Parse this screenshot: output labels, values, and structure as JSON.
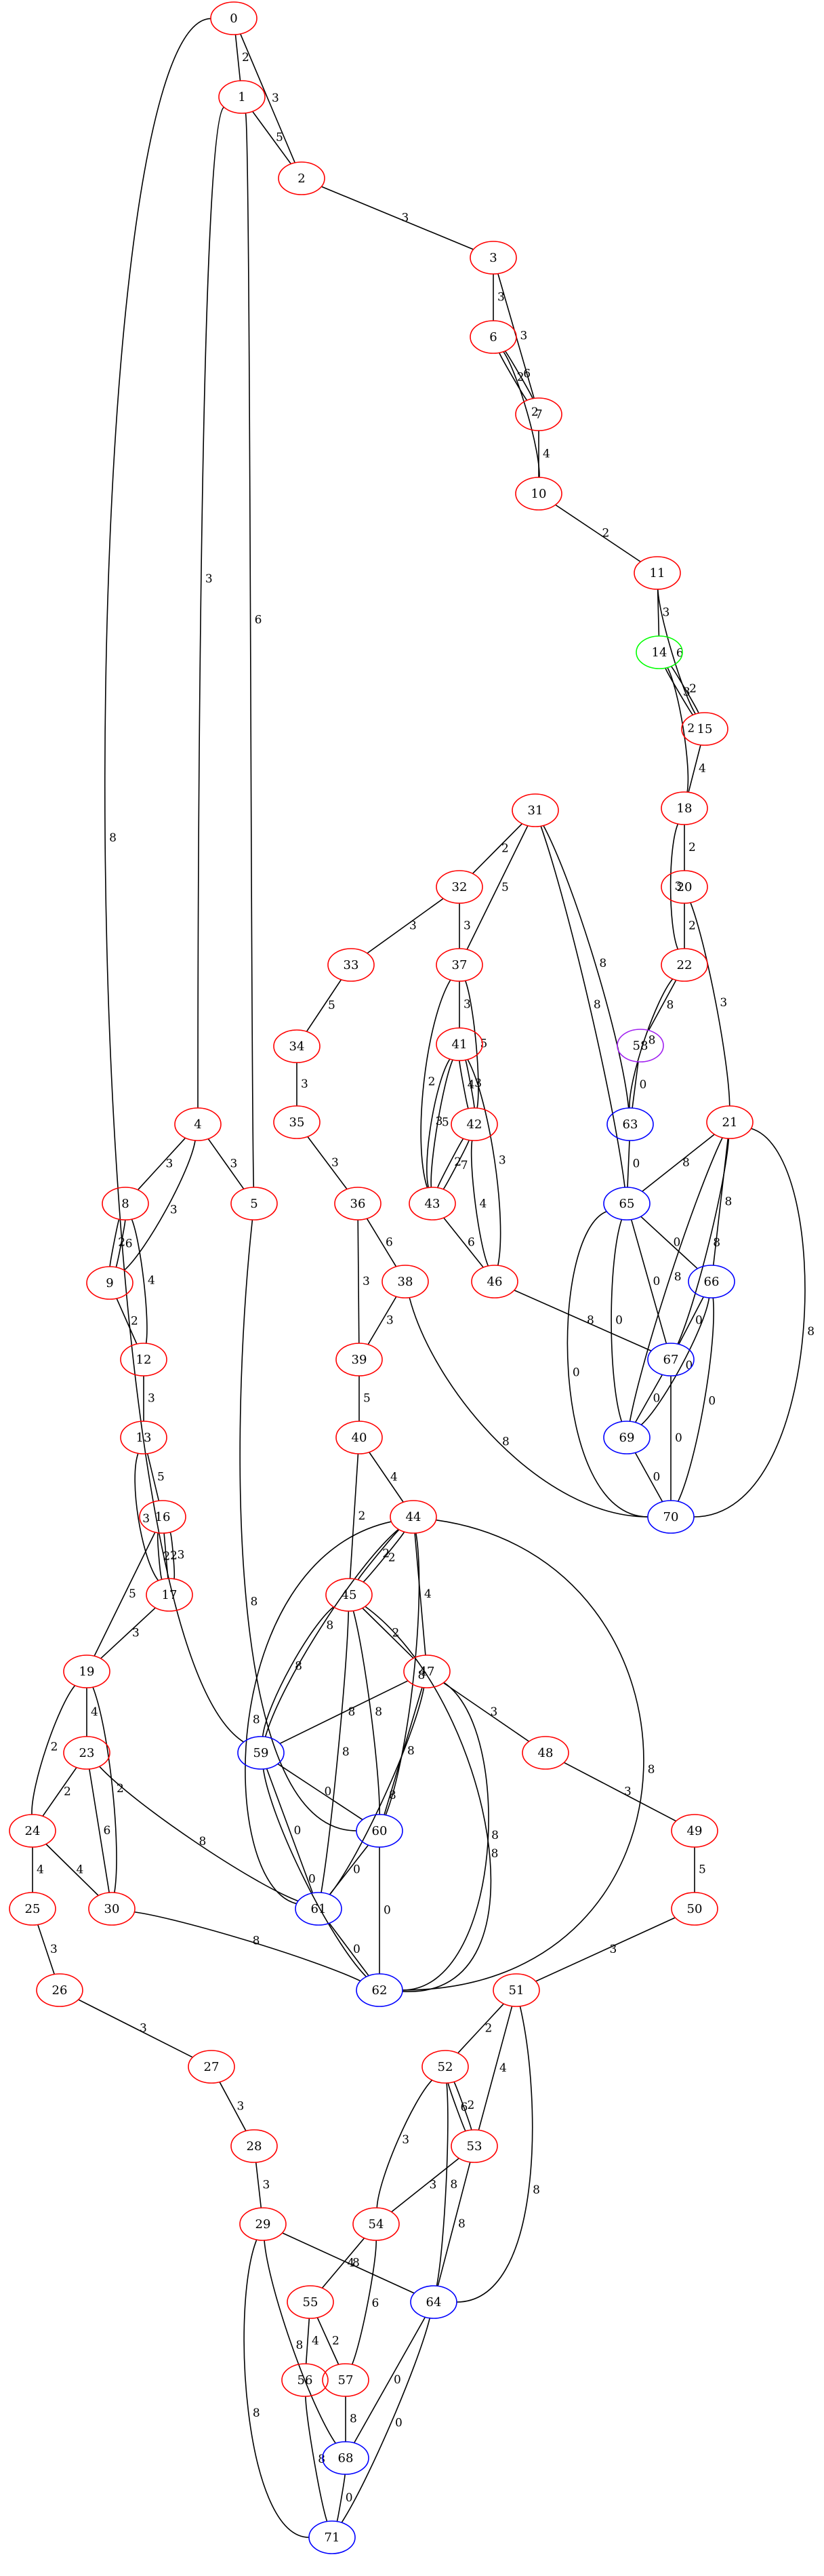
{
  "graph": {
    "colors": {
      "red": "#ff0000",
      "blue": "#0000ff",
      "green": "#00ff00",
      "purple": "#a020f0",
      "edge": "#000000"
    },
    "nodes": [
      {
        "id": "0",
        "color": "red"
      },
      {
        "id": "1",
        "color": "red"
      },
      {
        "id": "2",
        "color": "red"
      },
      {
        "id": "3",
        "color": "red"
      },
      {
        "id": "4",
        "color": "red"
      },
      {
        "id": "5",
        "color": "red"
      },
      {
        "id": "6",
        "color": "red"
      },
      {
        "id": "7",
        "color": "red"
      },
      {
        "id": "8",
        "color": "red"
      },
      {
        "id": "9",
        "color": "red"
      },
      {
        "id": "10",
        "color": "red"
      },
      {
        "id": "11",
        "color": "red"
      },
      {
        "id": "12",
        "color": "red"
      },
      {
        "id": "13",
        "color": "red"
      },
      {
        "id": "14",
        "color": "green"
      },
      {
        "id": "15",
        "color": "red"
      },
      {
        "id": "16",
        "color": "red"
      },
      {
        "id": "17",
        "color": "red"
      },
      {
        "id": "18",
        "color": "red"
      },
      {
        "id": "19",
        "color": "red"
      },
      {
        "id": "20",
        "color": "red"
      },
      {
        "id": "21",
        "color": "red"
      },
      {
        "id": "22",
        "color": "red"
      },
      {
        "id": "23",
        "color": "red"
      },
      {
        "id": "24",
        "color": "red"
      },
      {
        "id": "25",
        "color": "red"
      },
      {
        "id": "26",
        "color": "red"
      },
      {
        "id": "27",
        "color": "red"
      },
      {
        "id": "28",
        "color": "red"
      },
      {
        "id": "29",
        "color": "red"
      },
      {
        "id": "30",
        "color": "red"
      },
      {
        "id": "31",
        "color": "red"
      },
      {
        "id": "32",
        "color": "red"
      },
      {
        "id": "33",
        "color": "red"
      },
      {
        "id": "34",
        "color": "red"
      },
      {
        "id": "35",
        "color": "red"
      },
      {
        "id": "36",
        "color": "red"
      },
      {
        "id": "37",
        "color": "red"
      },
      {
        "id": "38",
        "color": "red"
      },
      {
        "id": "39",
        "color": "red"
      },
      {
        "id": "40",
        "color": "red"
      },
      {
        "id": "41",
        "color": "red"
      },
      {
        "id": "42",
        "color": "red"
      },
      {
        "id": "43",
        "color": "red"
      },
      {
        "id": "44",
        "color": "red"
      },
      {
        "id": "45",
        "color": "red"
      },
      {
        "id": "46",
        "color": "red"
      },
      {
        "id": "47",
        "color": "red"
      },
      {
        "id": "48",
        "color": "red"
      },
      {
        "id": "49",
        "color": "red"
      },
      {
        "id": "50",
        "color": "red"
      },
      {
        "id": "51",
        "color": "red"
      },
      {
        "id": "52",
        "color": "red"
      },
      {
        "id": "53",
        "color": "red"
      },
      {
        "id": "54",
        "color": "red"
      },
      {
        "id": "55",
        "color": "red"
      },
      {
        "id": "56",
        "color": "red"
      },
      {
        "id": "57",
        "color": "red"
      },
      {
        "id": "58",
        "color": "purple"
      },
      {
        "id": "59",
        "color": "blue"
      },
      {
        "id": "60",
        "color": "blue"
      },
      {
        "id": "61",
        "color": "blue"
      },
      {
        "id": "62",
        "color": "blue"
      },
      {
        "id": "63",
        "color": "blue"
      },
      {
        "id": "64",
        "color": "blue"
      },
      {
        "id": "65",
        "color": "blue"
      },
      {
        "id": "66",
        "color": "blue"
      },
      {
        "id": "67",
        "color": "blue"
      },
      {
        "id": "68",
        "color": "blue"
      },
      {
        "id": "69",
        "color": "blue"
      },
      {
        "id": "70",
        "color": "blue"
      },
      {
        "id": "71",
        "color": "blue"
      }
    ],
    "edges": [
      {
        "source": "0",
        "target": "1",
        "label": "2"
      },
      {
        "source": "0",
        "target": "2",
        "label": "3"
      },
      {
        "source": "0",
        "target": "59",
        "label": "8"
      },
      {
        "source": "1",
        "target": "2",
        "label": "5"
      },
      {
        "source": "1",
        "target": "4",
        "label": "3"
      },
      {
        "source": "1",
        "target": "5",
        "label": "6"
      },
      {
        "source": "2",
        "target": "3",
        "label": "3"
      },
      {
        "source": "3",
        "target": "6",
        "label": "3"
      },
      {
        "source": "3",
        "target": "7",
        "label": "3"
      },
      {
        "source": "6",
        "target": "7",
        "label": "6"
      },
      {
        "source": "6",
        "target": "7",
        "label": "2"
      },
      {
        "source": "6",
        "target": "10",
        "label": "2"
      },
      {
        "source": "7",
        "target": "10",
        "label": "4"
      },
      {
        "source": "10",
        "target": "11",
        "label": "2"
      },
      {
        "source": "11",
        "target": "14",
        "label": "3"
      },
      {
        "source": "11",
        "target": "15",
        "label": "6"
      },
      {
        "source": "14",
        "target": "15",
        "label": "2"
      },
      {
        "source": "14",
        "target": "15",
        "label": "3"
      },
      {
        "source": "14",
        "target": "18",
        "label": "2"
      },
      {
        "source": "15",
        "target": "18",
        "label": "4"
      },
      {
        "source": "18",
        "target": "20",
        "label": "2"
      },
      {
        "source": "18",
        "target": "22",
        "label": "3"
      },
      {
        "source": "20",
        "target": "22",
        "label": "2"
      },
      {
        "source": "20",
        "target": "21",
        "label": "3"
      },
      {
        "source": "22",
        "target": "58",
        "label": "8"
      },
      {
        "source": "22",
        "target": "63",
        "label": "8"
      },
      {
        "source": "58",
        "target": "63",
        "label": "0"
      },
      {
        "source": "63",
        "target": "65",
        "label": "0"
      },
      {
        "source": "21",
        "target": "65",
        "label": "8"
      },
      {
        "source": "21",
        "target": "66",
        "label": "8"
      },
      {
        "source": "21",
        "target": "67",
        "label": "8"
      },
      {
        "source": "21",
        "target": "69",
        "label": "8"
      },
      {
        "source": "21",
        "target": "70",
        "label": "8"
      },
      {
        "source": "65",
        "target": "66",
        "label": "0"
      },
      {
        "source": "65",
        "target": "67",
        "label": "0"
      },
      {
        "source": "65",
        "target": "69",
        "label": "0"
      },
      {
        "source": "65",
        "target": "70",
        "label": "0"
      },
      {
        "source": "66",
        "target": "67",
        "label": "0"
      },
      {
        "source": "66",
        "target": "69",
        "label": "0"
      },
      {
        "source": "66",
        "target": "70",
        "label": "0"
      },
      {
        "source": "67",
        "target": "69",
        "label": "0"
      },
      {
        "source": "67",
        "target": "70",
        "label": "0"
      },
      {
        "source": "69",
        "target": "70",
        "label": "0"
      },
      {
        "source": "31",
        "target": "32",
        "label": "2"
      },
      {
        "source": "31",
        "target": "37",
        "label": "5"
      },
      {
        "source": "31",
        "target": "63",
        "label": "8"
      },
      {
        "source": "31",
        "target": "65",
        "label": "8"
      },
      {
        "source": "32",
        "target": "33",
        "label": "3"
      },
      {
        "source": "32",
        "target": "37",
        "label": "3"
      },
      {
        "source": "33",
        "target": "34",
        "label": "5"
      },
      {
        "source": "34",
        "target": "35",
        "label": "3"
      },
      {
        "source": "35",
        "target": "36",
        "label": "3"
      },
      {
        "source": "36",
        "target": "38",
        "label": "6"
      },
      {
        "source": "36",
        "target": "39",
        "label": "3"
      },
      {
        "source": "38",
        "target": "39",
        "label": "3"
      },
      {
        "source": "38",
        "target": "70",
        "label": "8"
      },
      {
        "source": "39",
        "target": "40",
        "label": "5"
      },
      {
        "source": "40",
        "target": "44",
        "label": "4"
      },
      {
        "source": "40",
        "target": "45",
        "label": "2"
      },
      {
        "source": "37",
        "target": "41",
        "label": "3"
      },
      {
        "source": "37",
        "target": "42",
        "label": "5"
      },
      {
        "source": "37",
        "target": "43",
        "label": "2"
      },
      {
        "source": "41",
        "target": "42",
        "label": "3"
      },
      {
        "source": "41",
        "target": "42",
        "label": "4"
      },
      {
        "source": "41",
        "target": "43",
        "label": "5"
      },
      {
        "source": "41",
        "target": "43",
        "label": "3"
      },
      {
        "source": "41",
        "target": "46",
        "label": "3"
      },
      {
        "source": "42",
        "target": "43",
        "label": "7"
      },
      {
        "source": "42",
        "target": "43",
        "label": "2"
      },
      {
        "source": "42",
        "target": "46",
        "label": "4"
      },
      {
        "source": "43",
        "target": "46",
        "label": "6"
      },
      {
        "source": "46",
        "target": "67",
        "label": "8"
      },
      {
        "source": "44",
        "target": "45",
        "label": "2"
      },
      {
        "source": "44",
        "target": "45",
        "label": "2"
      },
      {
        "source": "44",
        "target": "47",
        "label": "4"
      },
      {
        "source": "44",
        "target": "59",
        "label": "8"
      },
      {
        "source": "44",
        "target": "60",
        "label": "8"
      },
      {
        "source": "44",
        "target": "61",
        "label": "8"
      },
      {
        "source": "44",
        "target": "62",
        "label": "8"
      },
      {
        "source": "45",
        "target": "47",
        "label": "2"
      },
      {
        "source": "45",
        "target": "59",
        "label": "8"
      },
      {
        "source": "45",
        "target": "60",
        "label": "8"
      },
      {
        "source": "45",
        "target": "61",
        "label": "8"
      },
      {
        "source": "45",
        "target": "62",
        "label": "8"
      },
      {
        "source": "47",
        "target": "48",
        "label": "3"
      },
      {
        "source": "47",
        "target": "59",
        "label": "8"
      },
      {
        "source": "47",
        "target": "60",
        "label": "8"
      },
      {
        "source": "47",
        "target": "61",
        "label": "8"
      },
      {
        "source": "47",
        "target": "62",
        "label": "8"
      },
      {
        "source": "48",
        "target": "49",
        "label": "3"
      },
      {
        "source": "49",
        "target": "50",
        "label": "5"
      },
      {
        "source": "50",
        "target": "51",
        "label": "3"
      },
      {
        "source": "59",
        "target": "60",
        "label": "0"
      },
      {
        "source": "59",
        "target": "61",
        "label": "0"
      },
      {
        "source": "59",
        "target": "62",
        "label": "0"
      },
      {
        "source": "60",
        "target": "61",
        "label": "0"
      },
      {
        "source": "60",
        "target": "62",
        "label": "0"
      },
      {
        "source": "61",
        "target": "62",
        "label": "0"
      },
      {
        "source": "4",
        "target": "5",
        "label": "3"
      },
      {
        "source": "4",
        "target": "8",
        "label": "3"
      },
      {
        "source": "4",
        "target": "9",
        "label": "3"
      },
      {
        "source": "5",
        "target": "60",
        "label": "8"
      },
      {
        "source": "8",
        "target": "9",
        "label": "6"
      },
      {
        "source": "8",
        "target": "9",
        "label": "2"
      },
      {
        "source": "8",
        "target": "12",
        "label": "4"
      },
      {
        "source": "9",
        "target": "12",
        "label": "2"
      },
      {
        "source": "12",
        "target": "13",
        "label": "3"
      },
      {
        "source": "13",
        "target": "16",
        "label": "5"
      },
      {
        "source": "13",
        "target": "17",
        "label": "3"
      },
      {
        "source": "16",
        "target": "17",
        "label": "3"
      },
      {
        "source": "16",
        "target": "17",
        "label": "2"
      },
      {
        "source": "16",
        "target": "17",
        "label": "2"
      },
      {
        "source": "16",
        "target": "19",
        "label": "5"
      },
      {
        "source": "17",
        "target": "19",
        "label": "3"
      },
      {
        "source": "19",
        "target": "23",
        "label": "4"
      },
      {
        "source": "19",
        "target": "24",
        "label": "2"
      },
      {
        "source": "19",
        "target": "30",
        "label": "2"
      },
      {
        "source": "23",
        "target": "24",
        "label": "2"
      },
      {
        "source": "23",
        "target": "30",
        "label": "6"
      },
      {
        "source": "23",
        "target": "61",
        "label": "8"
      },
      {
        "source": "24",
        "target": "25",
        "label": "4"
      },
      {
        "source": "24",
        "target": "30",
        "label": "4"
      },
      {
        "source": "25",
        "target": "26",
        "label": "3"
      },
      {
        "source": "30",
        "target": "62",
        "label": "8"
      },
      {
        "source": "26",
        "target": "27",
        "label": "3"
      },
      {
        "source": "27",
        "target": "28",
        "label": "3"
      },
      {
        "source": "28",
        "target": "29",
        "label": "3"
      },
      {
        "source": "29",
        "target": "64",
        "label": "8"
      },
      {
        "source": "29",
        "target": "68",
        "label": "8"
      },
      {
        "source": "29",
        "target": "71",
        "label": "8"
      },
      {
        "source": "51",
        "target": "52",
        "label": "2"
      },
      {
        "source": "51",
        "target": "53",
        "label": "4"
      },
      {
        "source": "51",
        "target": "64",
        "label": "8"
      },
      {
        "source": "52",
        "target": "53",
        "label": "2"
      },
      {
        "source": "52",
        "target": "53",
        "label": "6"
      },
      {
        "source": "52",
        "target": "54",
        "label": "3"
      },
      {
        "source": "52",
        "target": "64",
        "label": "8"
      },
      {
        "source": "53",
        "target": "54",
        "label": "3"
      },
      {
        "source": "53",
        "target": "64",
        "label": "8"
      },
      {
        "source": "54",
        "target": "55",
        "label": "4"
      },
      {
        "source": "54",
        "target": "57",
        "label": "6"
      },
      {
        "source": "55",
        "target": "56",
        "label": "4"
      },
      {
        "source": "55",
        "target": "57",
        "label": "2"
      },
      {
        "source": "56",
        "target": "71",
        "label": "8"
      },
      {
        "source": "57",
        "target": "68",
        "label": "8"
      },
      {
        "source": "64",
        "target": "68",
        "label": "0"
      },
      {
        "source": "64",
        "target": "71",
        "label": "0"
      },
      {
        "source": "68",
        "target": "71",
        "label": "0"
      }
    ]
  }
}
